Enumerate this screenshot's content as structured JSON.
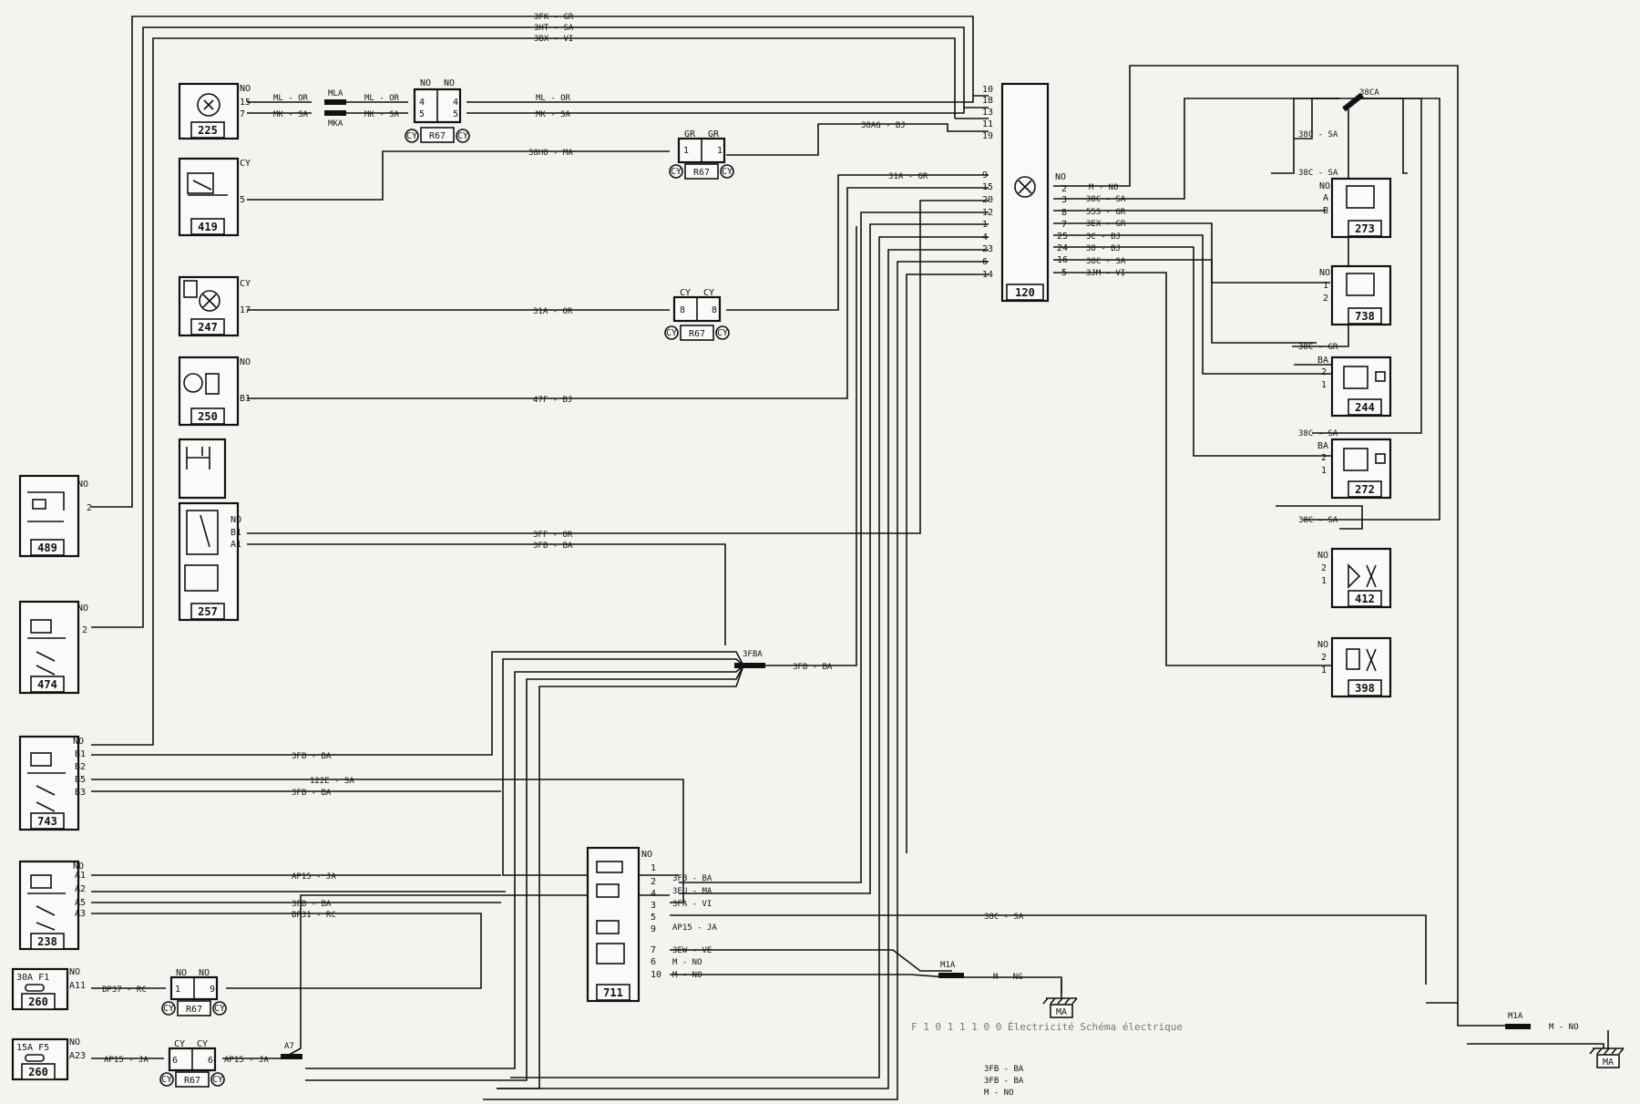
{
  "components": [
    {
      "id": "225",
      "pins": [
        "15",
        "7"
      ],
      "header": "NO"
    },
    {
      "id": "419",
      "pins": [
        "5"
      ],
      "header": "CY"
    },
    {
      "id": "247",
      "pins": [
        "17"
      ],
      "header": "CY"
    },
    {
      "id": "250",
      "pins": [
        "B1"
      ],
      "header": "NO"
    },
    {
      "id": "257",
      "pins": [
        "B1",
        "A1"
      ],
      "header": "NO"
    },
    {
      "id": "489",
      "pins": [
        "2"
      ],
      "header": "NO"
    },
    {
      "id": "474",
      "pins": [
        "2"
      ],
      "header": "NO"
    },
    {
      "id": "743",
      "pins": [
        "B1",
        "B2",
        "B5",
        "B3"
      ],
      "header": "NO"
    },
    {
      "id": "238",
      "pins": [
        "A1",
        "A2",
        "A5",
        "A3"
      ],
      "header": "NO"
    },
    {
      "id": "260",
      "fuse": "30A F1",
      "pins": [
        "A11"
      ],
      "header": "NO"
    },
    {
      "id": "260",
      "fuse": "15A F5",
      "pins": [
        "A23"
      ],
      "header": "NO"
    },
    {
      "id": "711",
      "pins": [
        "1",
        "2",
        "4",
        "3",
        "5",
        "9",
        "7",
        "6",
        "10"
      ],
      "header": "NO"
    },
    {
      "id": "120",
      "pins_left": [
        "10",
        "18",
        "13",
        "11",
        "19",
        "9",
        "15",
        "20",
        "12",
        "1",
        "4",
        "23",
        "6",
        "14"
      ],
      "pins_right": [
        "2",
        "3",
        "8",
        "7",
        "25",
        "24",
        "16",
        "5"
      ],
      "header": "NO"
    },
    {
      "id": "273",
      "pins": [
        "A",
        "B"
      ],
      "header": "NO"
    },
    {
      "id": "738",
      "pins": [
        "1",
        "2"
      ],
      "header": "NO"
    },
    {
      "id": "244",
      "pins": [
        "2",
        "1"
      ],
      "header": "BA"
    },
    {
      "id": "272",
      "pins": [
        "2",
        "1"
      ],
      "header": "BA"
    },
    {
      "id": "412",
      "pins": [
        "2",
        "1"
      ],
      "header": "NO"
    },
    {
      "id": "398",
      "pins": [
        "2",
        "1"
      ],
      "header": "NO"
    }
  ],
  "connectors": [
    {
      "id": "R67",
      "a": "NO",
      "b": "NO",
      "pins": [
        "4",
        "5"
      ]
    },
    {
      "id": "R67",
      "a": "GR",
      "b": "GR",
      "pins": [
        "1",
        "1"
      ]
    },
    {
      "id": "R67",
      "a": "CY",
      "b": "CY",
      "pins": [
        "8",
        "8"
      ]
    },
    {
      "id": "R67",
      "a": "NO",
      "b": "NO",
      "pins": [
        "1",
        "9"
      ]
    },
    {
      "id": "R67",
      "a": "CY",
      "b": "CY",
      "pins": [
        "6",
        "6"
      ]
    }
  ],
  "connector_tag": "CY",
  "splices": [
    "MLA",
    "MKA",
    "3FBA",
    "38CA",
    "M1A",
    "M1A",
    "A7"
  ],
  "grounds": [
    "MA",
    "MA"
  ],
  "wire_labels": {
    "top1": "3FK - GR",
    "top2": "3HT - SA",
    "top3": "3BX - VI",
    "ml_or_a": "ML - OR",
    "mk_sa_a": "MK - SA",
    "ml_or_b": "ML - OR",
    "mk_sa_b": "MK - SA",
    "ml_or_c": "ML - OR",
    "mk_sa_c": "MK - SA",
    "w38ag": "38AG - BJ",
    "w38ho": "38HO - MA",
    "w31a_gr": "31A - GR",
    "w31a_or": "31A - OR",
    "w47f": "47F - BJ",
    "w3ff": "3FF - OR",
    "w3fb_ba1": "3FB - BA",
    "w3fb_ba2": "3FB - BA",
    "w3fb_ba3": "3FB - BA",
    "w122e": "122E - SA",
    "w3fb_ba4": "3FB - BA",
    "wap15a": "AP15 - JA",
    "w3fb_ba5": "3FB - BA",
    "wbp31": "BP31 - RC",
    "wbp37": "BP37 - RC",
    "wap15b": "AP15 - JA",
    "wap15c": "AP15 - JA",
    "r120_1": "M - NO",
    "r120_2": "38C - SA",
    "r120_3": "55S - GR",
    "r120_4": "3EX - GR",
    "r120_5": "3C - BJ",
    "r120_6": "38 - BJ",
    "r120_7": "38C - SA",
    "r120_8": "3JM - VI",
    "w711_2": "3FB - BA",
    "w711_4": "3EU - MA",
    "w711_3": "3FA - VI",
    "w711_9": "AP15 - JA",
    "w711_7": "3EW - VE",
    "w711_6": "M - NO",
    "w711_10": "M - NO",
    "w38c_sa_main": "38C - SA",
    "w38c_sa_273": "38C - SA",
    "w38c_gr": "38C - GR",
    "w38c_sa_272": "38C - SA",
    "w38c_sa_412": "38C - SA",
    "w38c_sa_bottom": "38C - SA",
    "w_m_no_gnd1": "M - NG",
    "w_m_no_gnd2": "M - NO",
    "bot1": "3FB - BA",
    "bot2": "3FB - BA",
    "bot3": "M - NO"
  },
  "caption": "F 1 0 1 1 1 0 0   Électricité   Schéma électrique"
}
